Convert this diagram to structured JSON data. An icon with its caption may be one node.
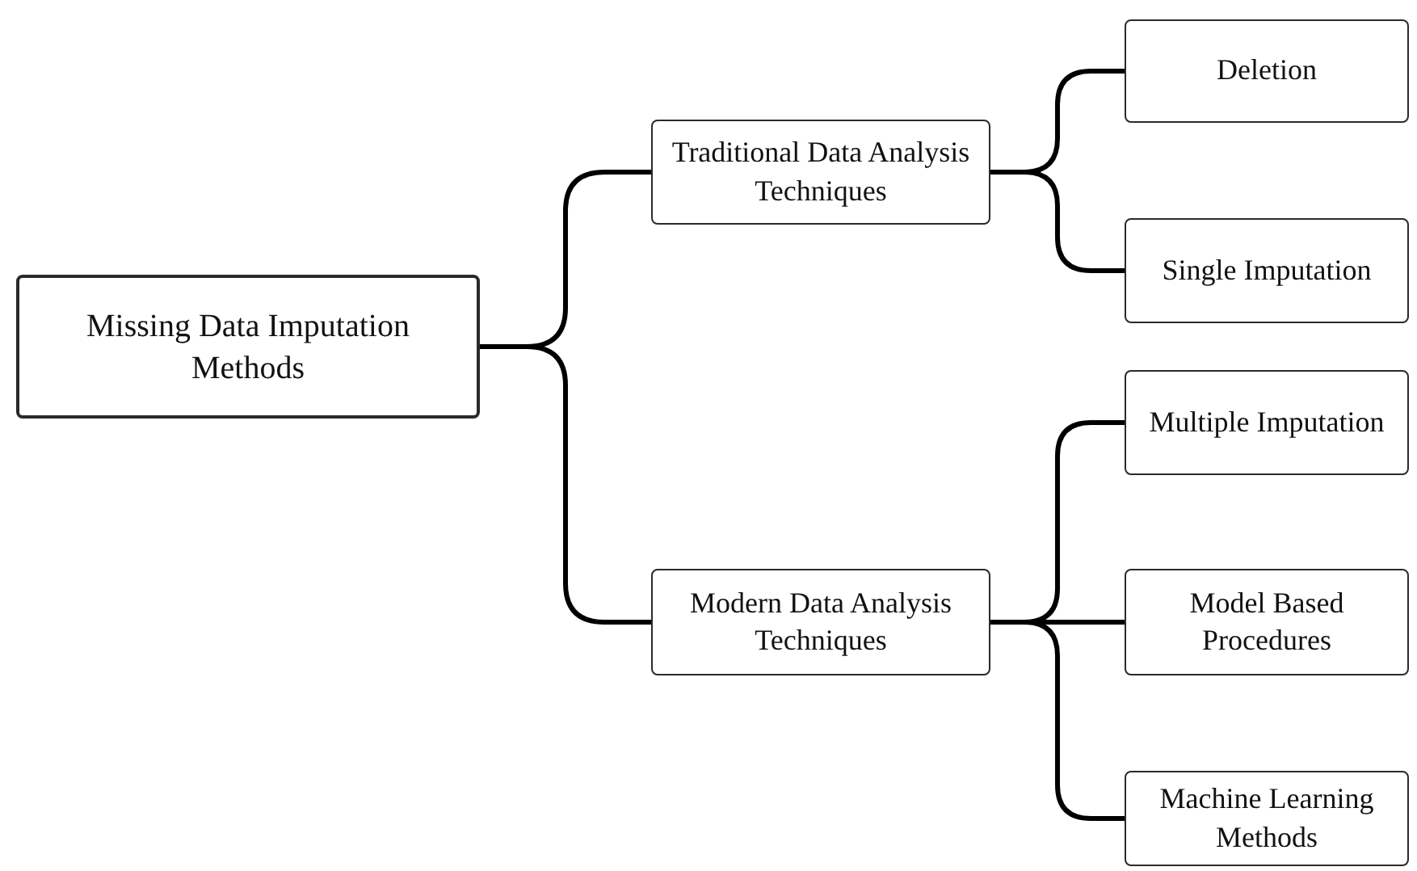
{
  "diagram": {
    "nodes": [
      {
        "text": [
          "Missing Data Imputation Methods"
        ]
      },
      {
        "text": [
          "Traditional Data Analysis Techniques"
        ]
      },
      {
        "text": [
          "Modern Data Analysis Techniques"
        ]
      },
      {
        "text": [
          "Deletion"
        ]
      },
      {
        "text": [
          "Single Imputation"
        ]
      },
      {
        "text": [
          "Multiple Imputation"
        ]
      },
      {
        "text": [
          "Model Based Procedures"
        ]
      },
      {
        "text": [
          "Machine Learning Methods"
        ]
      }
    ],
    "edges": [
      {
        "from": 0,
        "to": 1,
        "arrow": "none"
      },
      {
        "from": 0,
        "to": 2,
        "arrow": "none"
      },
      {
        "from": 1,
        "to": 3,
        "arrow": "none"
      },
      {
        "from": 1,
        "to": 4,
        "arrow": "none"
      },
      {
        "from": 2,
        "to": 5,
        "arrow": "none"
      },
      {
        "from": 2,
        "to": 6,
        "arrow": "none"
      },
      {
        "from": 2,
        "to": 7,
        "arrow": "none"
      }
    ]
  }
}
